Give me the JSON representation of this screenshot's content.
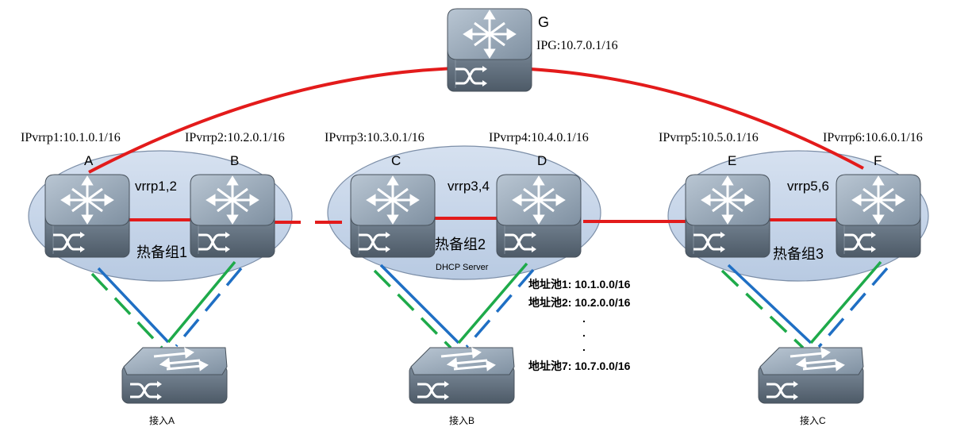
{
  "colors": {
    "red": "#e31b1b",
    "blue": "#1f6fc4",
    "green": "#1eaa4a",
    "ellipse_fill": "#c6d5ea",
    "ellipse_stroke": "#7d8fa8"
  },
  "core": {
    "letter": "G",
    "ip_label": "IPG:10.7.0.1/16"
  },
  "vrrp_ips": [
    "IPvrrp1:10.1.0.1/16",
    "IPvrrp2:10.2.0.1/16",
    "IPvrrp3:10.3.0.1/16",
    "IPvrrp4:10.4.0.1/16",
    "IPvrrp5:10.5.0.1/16",
    "IPvrrp6:10.6.0.1/16"
  ],
  "groups": [
    {
      "vrrp_label": "vrrp1,2",
      "group_label": "热备组1",
      "switch_letters": [
        "A",
        "B"
      ]
    },
    {
      "vrrp_label": "vrrp3,4",
      "group_label": "热备组2",
      "switch_letters": [
        "C",
        "D"
      ],
      "extra_label": "DHCP Server"
    },
    {
      "vrrp_label": "vrrp5,6",
      "group_label": "热备组3",
      "switch_letters": [
        "E",
        "F"
      ]
    }
  ],
  "access_switches": [
    "接入A",
    "接入B",
    "接入C"
  ],
  "dhcp_pools": [
    "地址池1: 10.1.0.0/16",
    "地址池2: 10.2.0.0/16",
    ".",
    ".",
    ".",
    "地址池7: 10.7.0.0/16"
  ],
  "icons": {
    "core_switch": "layer3-switch-icon",
    "access_switch": "layer2-switch-icon"
  }
}
